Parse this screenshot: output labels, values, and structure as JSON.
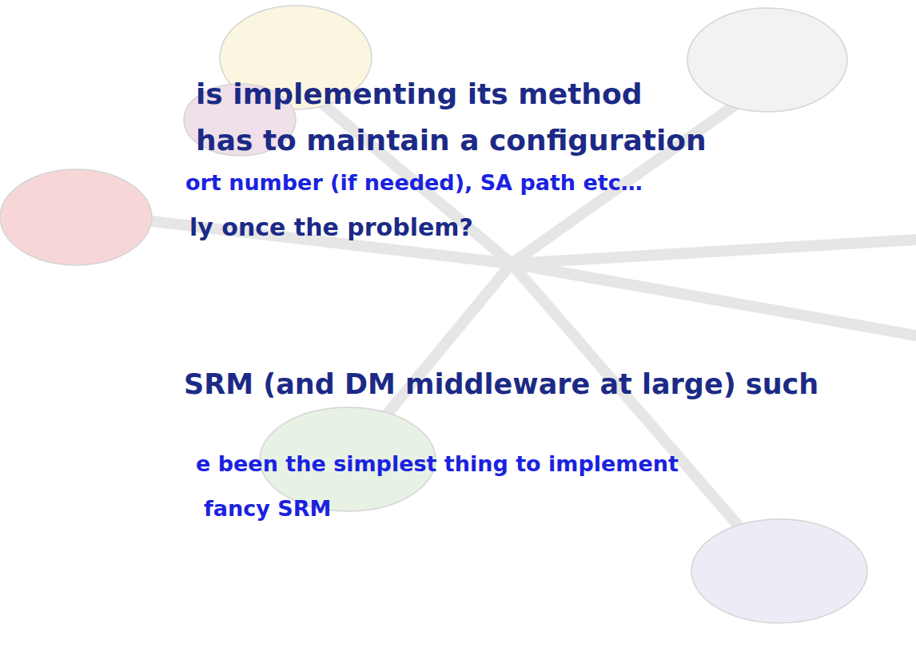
{
  "diagram": {
    "labels": [
      "is implementing its method",
      "has to maintain a configuration",
      "ort number (if needed), SA path etc…",
      "ly once the problem?",
      "SRM (and DM middleware at large) such",
      "e been the simplest thing to implement",
      "fancy SRM"
    ]
  }
}
